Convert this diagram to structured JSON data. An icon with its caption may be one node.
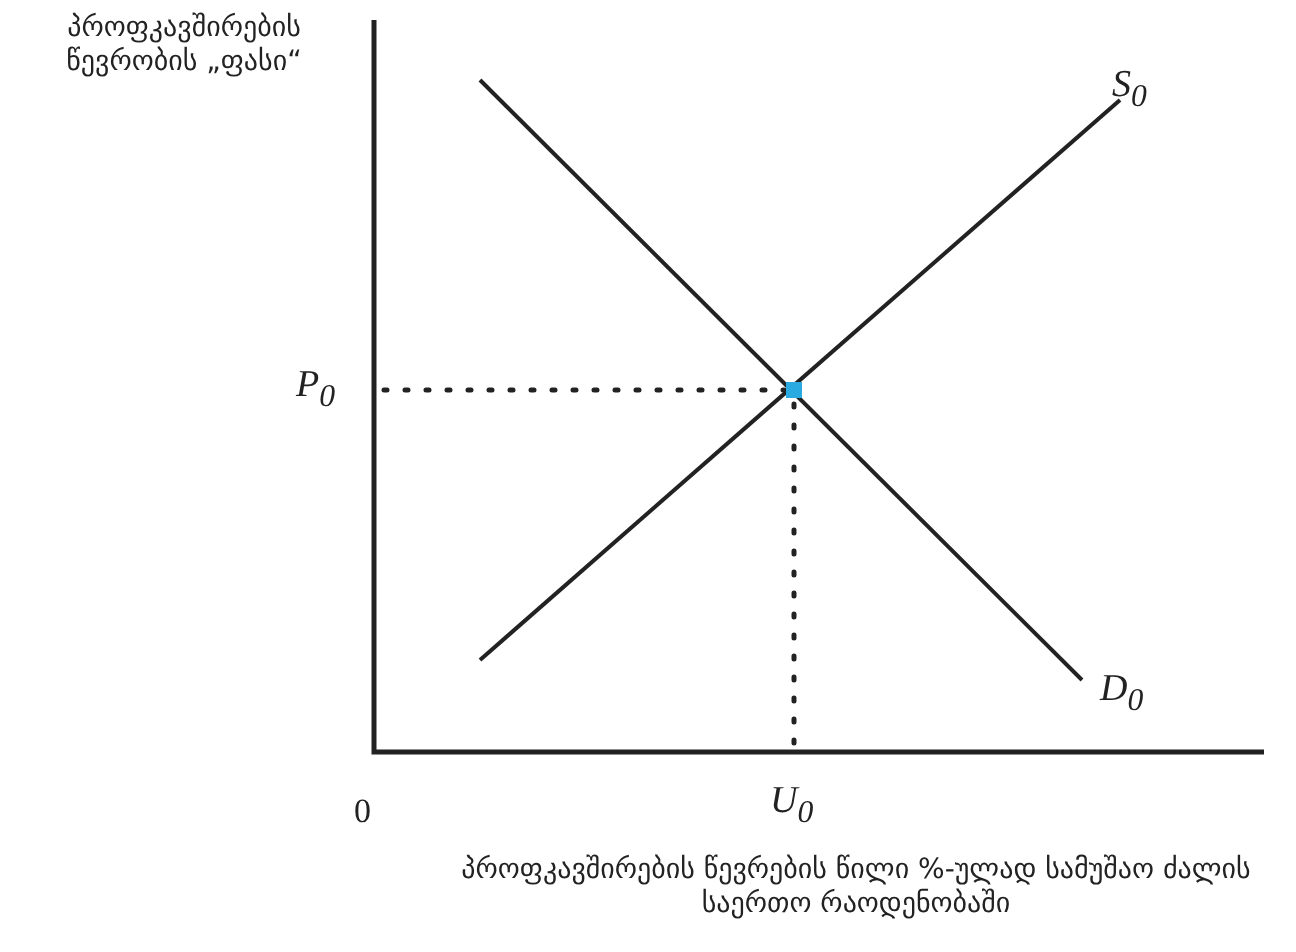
{
  "diagram": {
    "labels": [
      "პროფკავშირების წევრობის „ფასი“",
      "S$_{0}$",
      "P$_{0}$",
      "D$_{0}$",
      "0",
      "U$_{0}$",
      "პროფკავშირების წევრების წილი %-ულად სამუშაო ძალის საერთო რაოდენობაში"
    ]
  }
}
